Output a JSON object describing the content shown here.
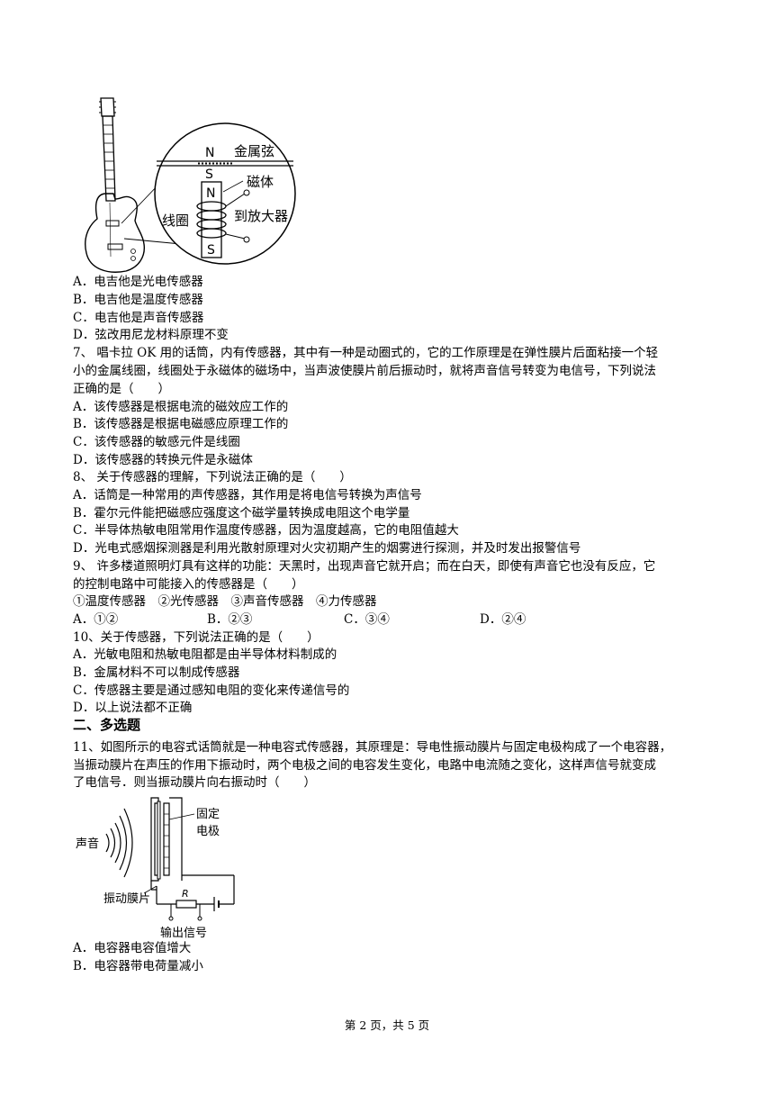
{
  "figure1": {
    "labels": {
      "n_top": "N",
      "s_top": "S",
      "metal_string": "金属弦",
      "magnet": "磁体",
      "coil": "线圈",
      "to_amplifier": "到放大器",
      "n_mag": "N",
      "s_mag": "S"
    }
  },
  "q6_options": [
    "A．电吉他是光电传感器",
    "B．电吉他是温度传感器",
    "C．电吉他是声音传感器",
    "D．弦改用尼龙材料原理不变"
  ],
  "q7": {
    "stem": [
      "7、 唱卡拉 OK 用的话筒，内有传感器，其中有一种是动圈式的，它的工作原理是在弹性膜片后面粘接一个轻",
      "小的金属线圈，线圈处于永磁体的磁场中，当声波使膜片前后振动时，就将声音信号转变为电信号，下列说法",
      "正确的是（　　）"
    ],
    "options": [
      "A．该传感器是根据电流的磁效应工作的",
      "B．该传感器是根据电磁感应原理工作的",
      "C．该传感器的敏感元件是线圈",
      "D．该传感器的转换元件是永磁体"
    ]
  },
  "q8": {
    "stem": "8、 关于传感器的理解，下列说法正确的是（　　）",
    "options": [
      "A．话筒是一种常用的声传感器，其作用是将电信号转换为声信号",
      "B．霍尔元件能把磁感应强度这个磁学量转换成电阻这个电学量",
      "C．半导体热敏电阻常用作温度传感器，因为温度越高，它的电阻值越大",
      "D．光电式感烟探测器是利用光散射原理对火灾初期产生的烟雾进行探测，并及时发出报警信号"
    ]
  },
  "q9": {
    "stem": [
      "9、 许多楼道照明灯具有这样的功能：天黑时，出现声音它就开启；而在白天，即使有声音它也没有反应，它",
      "的控制电路中可能接入的传感器是（　　）"
    ],
    "list": "①温度传感器　②光传感器　③声音传感器　④力传感器",
    "options": [
      "A．①②",
      "B．②③",
      "C．③④",
      "D．②④"
    ]
  },
  "q10": {
    "stem": "10、关于传感器，下列说法正确的是（　　）",
    "options": [
      "A．光敏电阻和热敏电阻都是由半导体材料制成的",
      "B．金属材料不可以制成传感器",
      "C．传感器主要是通过感知电阻的变化来传递信号的",
      "D．以上说法都不正确"
    ]
  },
  "section2": "二、多选题",
  "q11": {
    "stem": [
      "11、如图所示的电容式话筒就是一种电容式传感器，其原理是：导电性振动膜片与固定电极构成了一个电容器，",
      "当振动膜片在声压的作用下振动时，两个电极之间的电容发生变化，电路中电流随之变化，这样声信号就变成",
      "了电信号．则当振动膜片向右振动时（　　）"
    ],
    "options": [
      "A．电容器电容值增大",
      "B．电容器带电荷量减小"
    ]
  },
  "figure2": {
    "labels": {
      "fixed_electrode_1": "固定",
      "fixed_electrode_2": "电极",
      "sound": "声音",
      "diaphragm": "振动膜片",
      "resistor": "R",
      "output": "输出信号"
    }
  },
  "footer": "第 2 页，共 5 页"
}
